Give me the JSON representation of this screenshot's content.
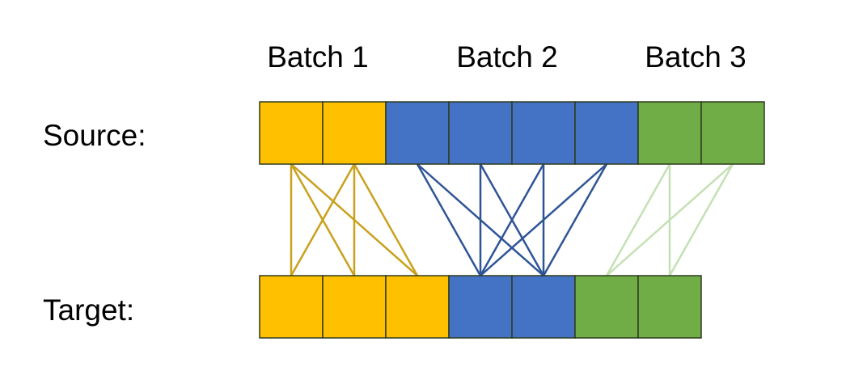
{
  "batches": [
    {
      "label": "Batch 1",
      "color": "#FFC000",
      "line_color": "#C9A11C",
      "source_count": 2,
      "target_count": 3
    },
    {
      "label": "Batch 2",
      "color": "#4472C4",
      "line_color": "#2F5496",
      "source_count": 4,
      "target_count": 2
    },
    {
      "label": "Batch 3",
      "color": "#70AD47",
      "line_color": "#C5E0B4",
      "source_count": 2,
      "target_count": 2
    }
  ],
  "rows": {
    "source_label": "Source:",
    "target_label": "Target:"
  },
  "colors": {
    "cell_border": "#2E3B1F"
  }
}
